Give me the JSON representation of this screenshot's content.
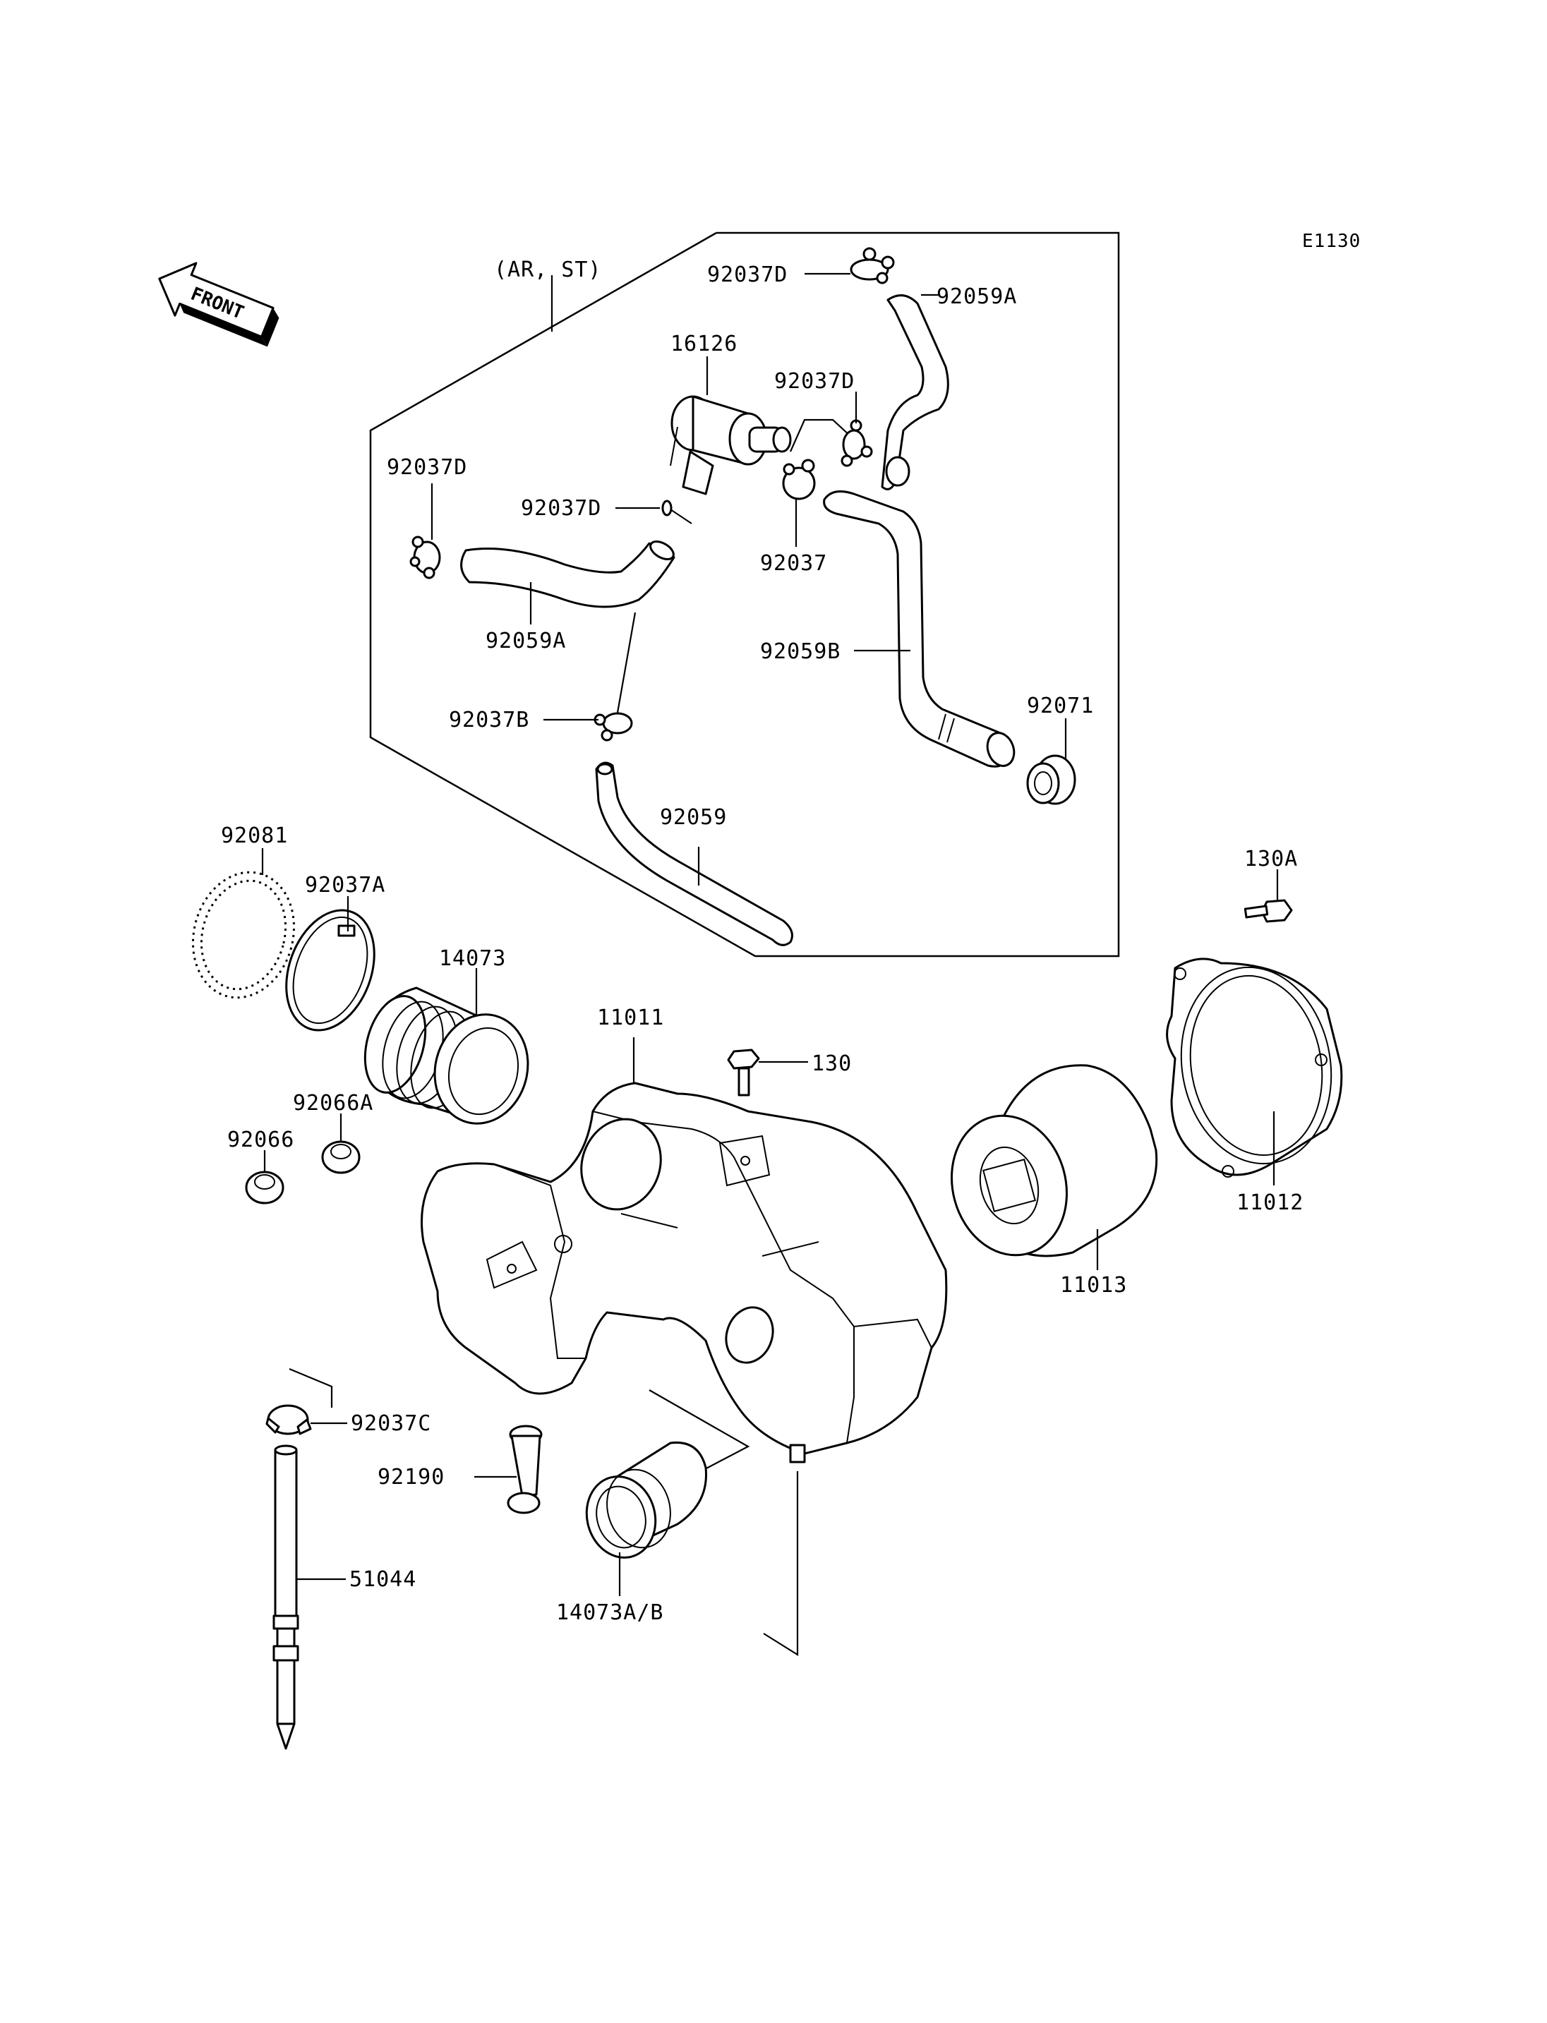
{
  "diagram": {
    "code": "E1130",
    "front_label": "FRONT",
    "variant_label": "(AR, ST)",
    "parts": {
      "p92037D_top": "92037D",
      "p92059A_right": "92059A",
      "p16126": "16126",
      "p92037D_mid": "92037D",
      "p92037D_left": "92037D",
      "p92037D_small": "92037D",
      "p92037": "92037",
      "p92059A_left": "92059A",
      "p92059B": "92059B",
      "p92037B": "92037B",
      "p92071": "92071",
      "p92059": "92059",
      "p92081": "92081",
      "p92037A": "92037A",
      "p14073": "14073",
      "p11011": "11011",
      "p130": "130",
      "p130A": "130A",
      "p92066A": "92066A",
      "p92066": "92066",
      "p11012": "11012",
      "p11013": "11013",
      "p92037C": "92037C",
      "p92190": "92190",
      "p51044": "51044",
      "p14073AB": "14073A/B"
    }
  }
}
